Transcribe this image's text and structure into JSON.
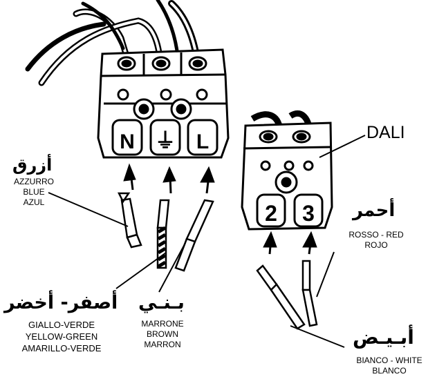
{
  "left_block": {
    "terminals": [
      "N",
      "⏚",
      "L"
    ]
  },
  "right_block": {
    "terminals": [
      "2",
      "3"
    ],
    "name": "DALI"
  },
  "wires": {
    "blue": {
      "arabic": "أزرق",
      "lines": [
        "AZZURRO",
        "BLUE",
        "AZUL"
      ]
    },
    "yellow_green": {
      "arabic": "أصفر- أخضر",
      "lines": [
        "GIALLO-VERDE",
        "YELLOW-GREEN",
        "AMARILLO-VERDE"
      ]
    },
    "brown": {
      "arabic": "بـنـي",
      "lines": [
        "MARRONE",
        "BROWN",
        "MARRON"
      ]
    },
    "red": {
      "arabic": "أحمر",
      "lines": [
        "ROSSO - RED",
        "ROJO"
      ]
    },
    "white": {
      "arabic": "أبـيـض",
      "lines": [
        "BIANCO - WHITE",
        "BLANCO"
      ]
    }
  }
}
